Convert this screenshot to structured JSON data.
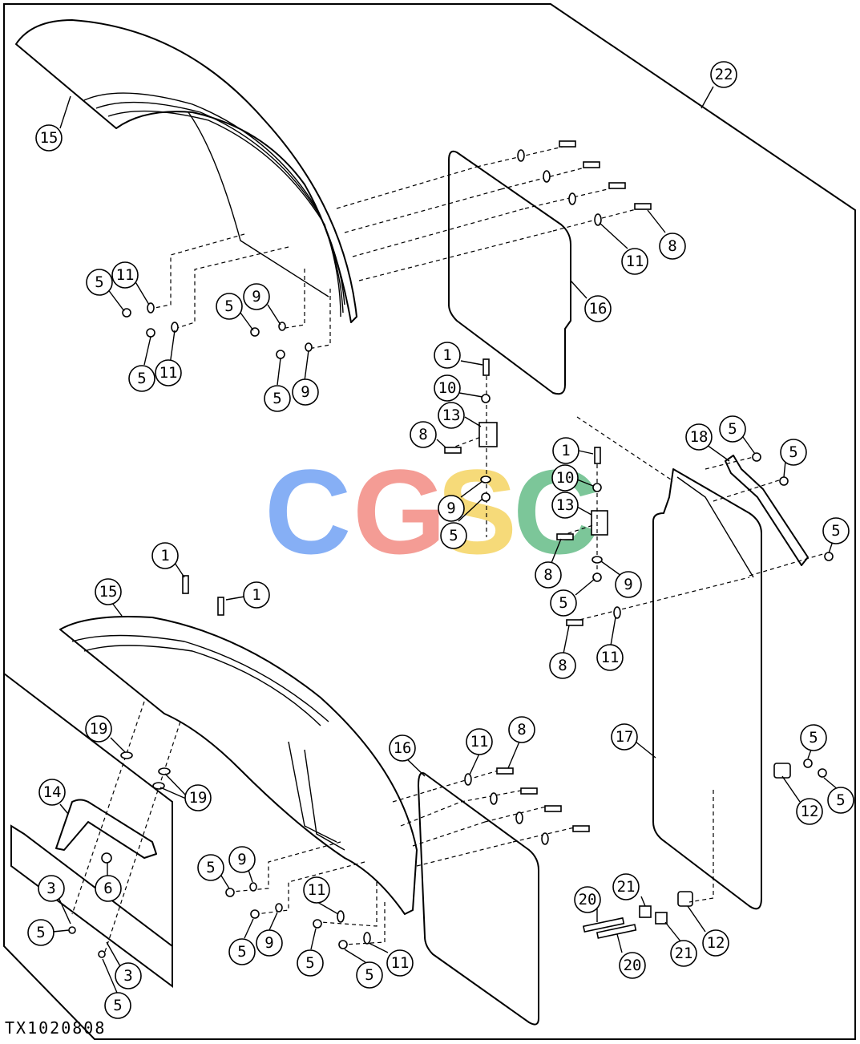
{
  "figure_id": "TX1020808",
  "watermark": {
    "letters": [
      "C",
      "G",
      "S",
      "C"
    ],
    "colors": [
      "#7aa7f5",
      "#f3928a",
      "#f6d66b",
      "#6ec08f"
    ]
  },
  "callouts": [
    "15",
    "22",
    "5",
    "11",
    "5",
    "9",
    "5",
    "11",
    "5",
    "9",
    "16",
    "11",
    "8",
    "1",
    "10",
    "13",
    "8",
    "9",
    "5",
    "1",
    "10",
    "13",
    "8",
    "9",
    "5",
    "8",
    "11",
    "18",
    "5",
    "5",
    "5",
    "1",
    "1",
    "15",
    "19",
    "19",
    "14",
    "6",
    "3",
    "5",
    "3",
    "5",
    "16",
    "11",
    "8",
    "5",
    "9",
    "5",
    "9",
    "11",
    "5",
    "5",
    "11",
    "17",
    "5",
    "5",
    "12",
    "20",
    "21",
    "12",
    "21",
    "20"
  ]
}
